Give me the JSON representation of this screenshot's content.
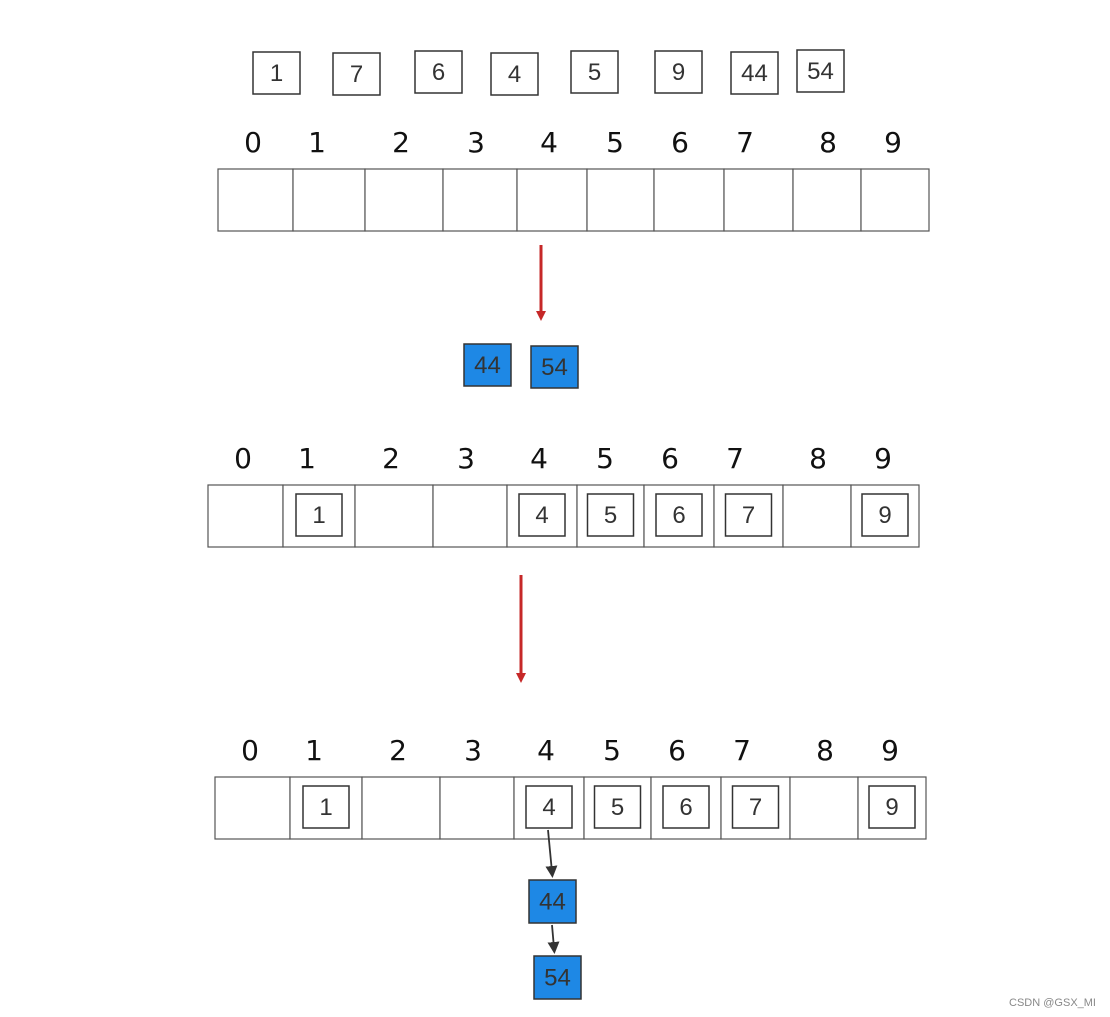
{
  "colors": {
    "box_border": "#333333",
    "cell_border": "#555555",
    "highlight_fill": "#1e88e5",
    "transition_arrow": "#c62828",
    "chain_arrow": "#333333"
  },
  "input_values": [
    "1",
    "7",
    "6",
    "4",
    "5",
    "9",
    "44",
    "54"
  ],
  "bucket_indices": [
    "0",
    "1",
    "2",
    "3",
    "4",
    "5",
    "6",
    "7",
    "8",
    "9"
  ],
  "step2": {
    "pending_values": [
      "44",
      "54"
    ],
    "buckets": [
      "",
      "1",
      "",
      "",
      "4",
      "5",
      "6",
      "7",
      "",
      "9"
    ]
  },
  "step3": {
    "buckets": [
      "",
      "1",
      "",
      "",
      "4",
      "5",
      "6",
      "7",
      "",
      "9"
    ],
    "chain_bucket": "4",
    "chain_values": [
      "44",
      "54"
    ]
  },
  "watermark": "CSDN @GSX_MI"
}
